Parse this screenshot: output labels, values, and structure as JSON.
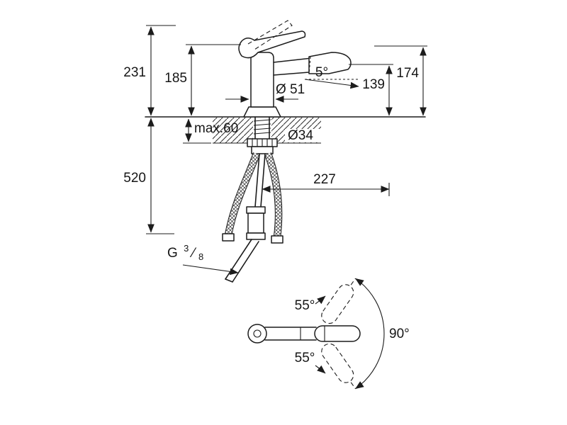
{
  "drawing": {
    "side": {
      "d231": "231",
      "d185": "185",
      "d174": "174",
      "d139": "139",
      "d51": "Ø 51",
      "d5": "5°",
      "dmax": "max.60",
      "d34": "Ø34",
      "d520": "520",
      "d227": "227",
      "thread": {
        "g": "G",
        "num": "3",
        "slash": "⁄",
        "den": "8"
      }
    },
    "top": {
      "a55_upper": "55°",
      "a55_lower": "55°",
      "a90": "90°"
    }
  }
}
